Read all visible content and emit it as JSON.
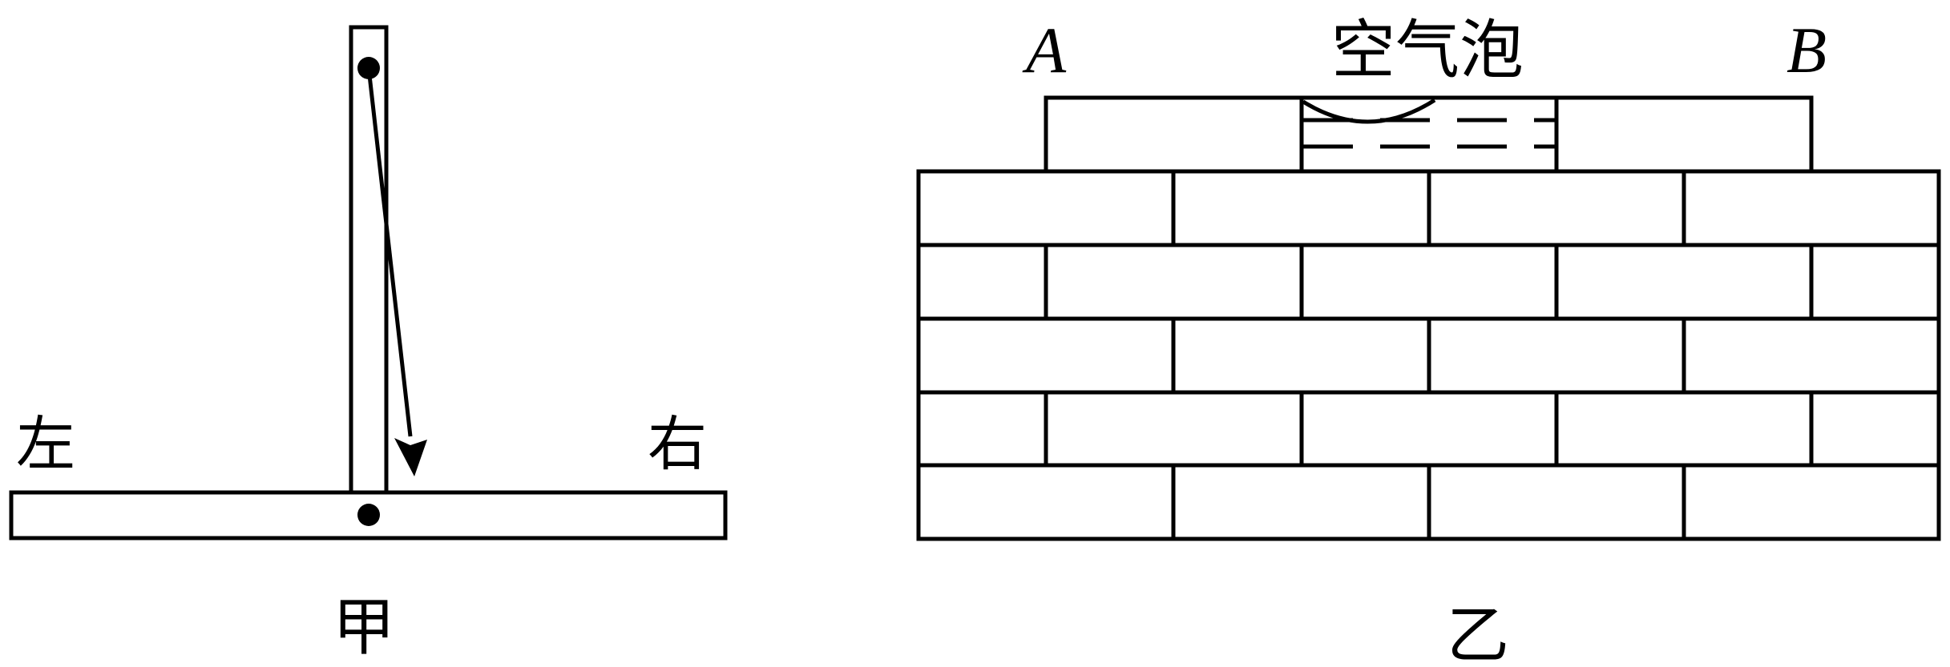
{
  "figure_jia": {
    "label_left": "左",
    "label_right": "右",
    "caption": "甲"
  },
  "figure_yi": {
    "label_a": "A",
    "label_bubble": "空气泡",
    "label_b": "B",
    "caption": "乙"
  },
  "colors": {
    "stroke": "#000000",
    "background": "#ffffff"
  }
}
